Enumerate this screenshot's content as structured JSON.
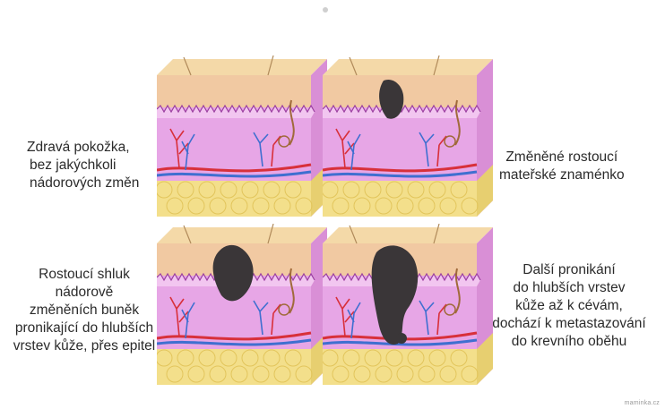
{
  "captions": {
    "healthy": [
      "Zdravá pokožka,",
      "bez jakýchkoli",
      "nádorových změn"
    ],
    "mole": [
      "Změněné rostoucí",
      "mateřské znaménko"
    ],
    "cluster": [
      "Rostoucí shluk",
      "nádorově",
      "změněních buněk",
      "pronikající do hlubších",
      "vrstev kůže, přes epitel"
    ],
    "metastasis": [
      "Další pronikání",
      "do hlubších vrstev",
      "kůže až k cévám,",
      "dochází k metastazování",
      "do krevního oběhu"
    ]
  },
  "watermark": "maminka.cz",
  "colors": {
    "epidermis_top": "#f4d9a8",
    "epidermis": "#f1c9a2",
    "dermis": "#e7a6e6",
    "dermis_light": "#f2c6f0",
    "fat": "#f3df8b",
    "artery": "#d8303a",
    "vein": "#3f6fd0",
    "tumor": "#3a3638"
  }
}
